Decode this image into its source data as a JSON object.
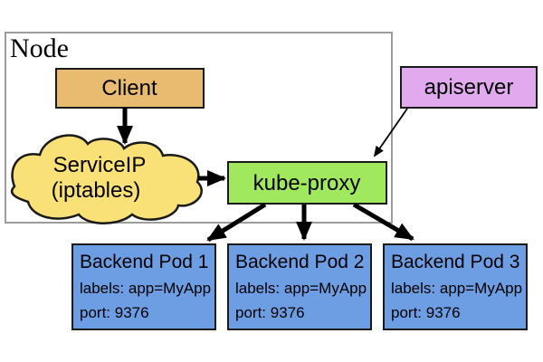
{
  "diagram": {
    "title_context": "Kubernetes Service kube-proxy iptables diagram",
    "node": {
      "label": "Node"
    },
    "client": {
      "label": "Client"
    },
    "service": {
      "line1": "ServiceIP",
      "line2": "(iptables)"
    },
    "kube_proxy": {
      "label": "kube-proxy"
    },
    "apiserver": {
      "label": "apiserver"
    },
    "pods": [
      {
        "title": "Backend Pod 1",
        "labels": "labels: app=MyApp",
        "port": "port: 9376"
      },
      {
        "title": "Backend Pod 2",
        "labels": "labels: app=MyApp",
        "port": "port: 9376"
      },
      {
        "title": "Backend Pod 3",
        "labels": "labels: app=MyApp",
        "port": "port: 9376"
      }
    ],
    "colors": {
      "client_fill": "#E9BB70",
      "cloud_fill": "#FAE177",
      "kube_proxy_fill": "#A0E95F",
      "apiserver_fill": "#E2AAEE",
      "pod_fill": "#6D9EE4",
      "node_border": "#9C9C9C",
      "shape_border": "#1A1A1A",
      "arrow": "#000000"
    }
  }
}
